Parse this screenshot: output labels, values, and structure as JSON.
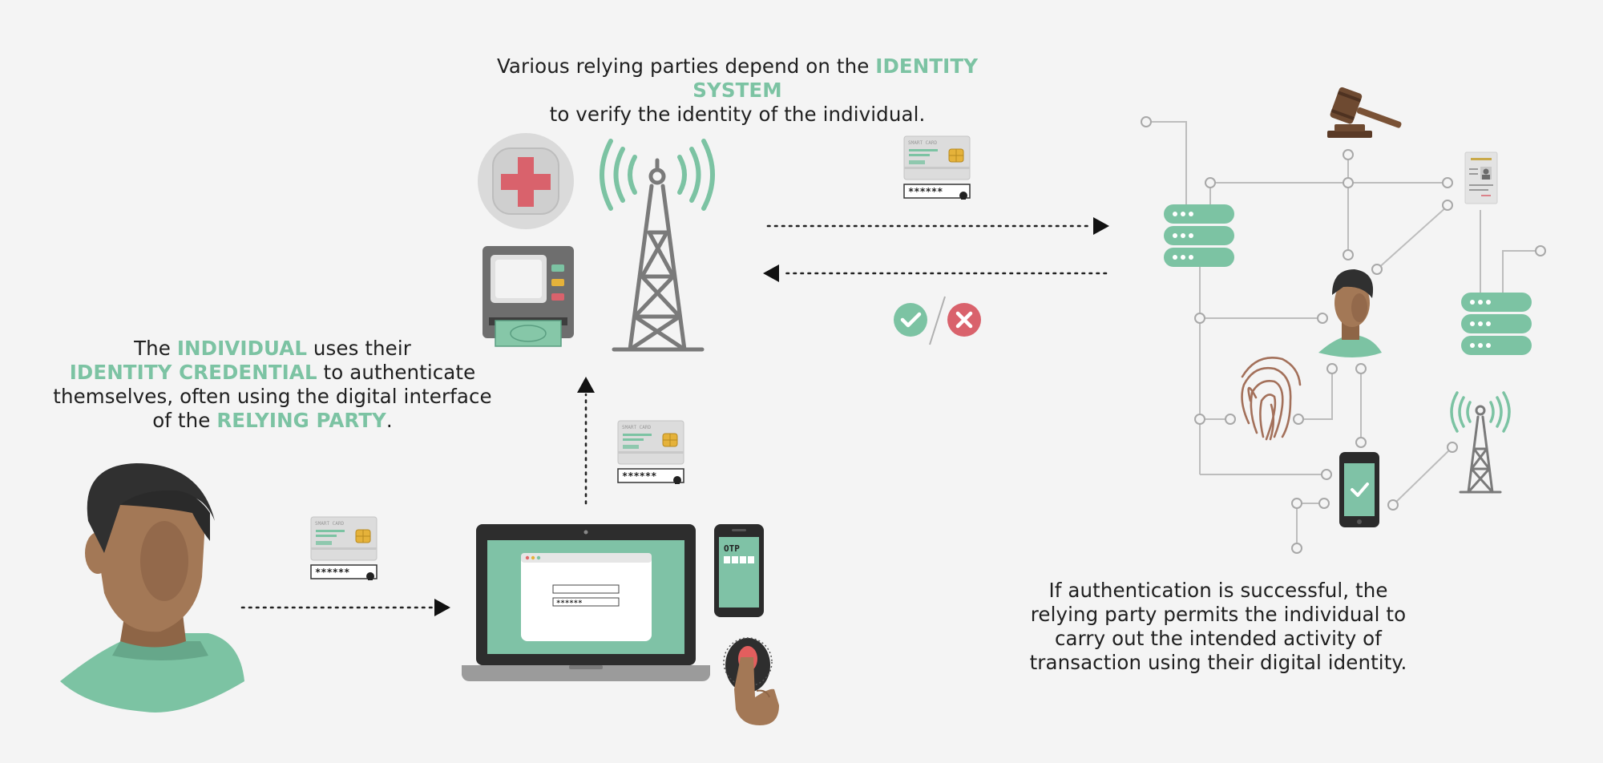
{
  "captions": {
    "top": {
      "pre": "Various relying parties depend on the ",
      "highlight": "IDENTITY SYSTEM",
      "post": "to verify the identity of the individual."
    },
    "left": {
      "pre": "The ",
      "highlight1": "INDIVIDUAL",
      "mid1": " uses their",
      "highlight2": "IDENTITY CREDENTIAL",
      "mid2": " to authenticate",
      "line3": "themselves, often using the digital interface",
      "pre4": "of the ",
      "highlight3": "RELYING PARTY",
      "post4": "."
    },
    "right": {
      "line1": "If authentication is successful, the",
      "line2": "relying party permits the individual to",
      "line3": "carry out the intended activity of",
      "line4": "transaction using their digital identity."
    }
  },
  "smart_card": {
    "label": "SMART CARD",
    "pin": "******"
  },
  "login_password": "******",
  "phone_otp": "OTP",
  "colors": {
    "accent": "#7cc3a3",
    "error": "#d9626c",
    "gray": "#8a8a8a",
    "background": "#f4f4f4"
  },
  "icons": [
    "person-icon",
    "smart-card-icon",
    "laptop-icon",
    "phone-otp-icon",
    "fingerprint-scanner-icon",
    "hospital-cross-icon",
    "atm-icon",
    "cell-tower-icon",
    "check-icon",
    "cross-icon",
    "server-icon",
    "gavel-icon",
    "id-document-icon",
    "fingerprint-icon",
    "phone-check-icon"
  ]
}
